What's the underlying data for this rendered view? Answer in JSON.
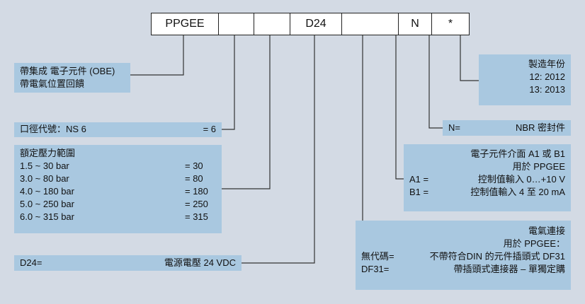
{
  "code_segments": [
    "PPGEE",
    "",
    "",
    "D24",
    "",
    "N",
    "*"
  ],
  "obe": {
    "line1": "帶集成 電子元件 (OBE)",
    "line2": "帶電氣位置回饋"
  },
  "ns": {
    "label": "口徑代號：NS 6",
    "value": "= 6"
  },
  "pressure": {
    "title": "額定壓力範圍",
    "rows": [
      {
        "range": "1.5 ~ 30 bar",
        "code": "= 30"
      },
      {
        "range": "3.0 ~ 80 bar",
        "code": "= 80"
      },
      {
        "range": "4.0 ~ 180 bar",
        "code": "= 180"
      },
      {
        "range": "5.0 ~ 250 bar",
        "code": "= 250"
      },
      {
        "range": "6.0 ~ 315 bar",
        "code": "= 315"
      }
    ]
  },
  "voltage": {
    "code": "D24=",
    "desc": "電源電壓 24 VDC"
  },
  "year": {
    "title": "製造年份",
    "rows": [
      "12: 2012",
      "13: 2013"
    ]
  },
  "seal": {
    "code": "N=",
    "desc": "NBR 密封件"
  },
  "interface": {
    "title": "電子元件介面  A1 或 B1",
    "subtitle": "用於 PPGEE",
    "rows": [
      {
        "code": "A1 =",
        "desc": "控制值輸入 0…+10 V"
      },
      {
        "code": "B1 =",
        "desc": "控制值輸入 4 至 20 mA"
      }
    ]
  },
  "connection": {
    "title": "電氣連接",
    "subtitle": "用於 PPGEE：",
    "rows": [
      {
        "code": "無代碼=",
        "desc": "不帶符合DIN 的元件插頭式 DF31"
      },
      {
        "code": "DF31=",
        "desc": "帶插頭式連接器 – 單獨定購"
      }
    ]
  },
  "colors": {
    "box": "#a9c8e0",
    "background": "#d3dae4",
    "line": "#333333"
  }
}
